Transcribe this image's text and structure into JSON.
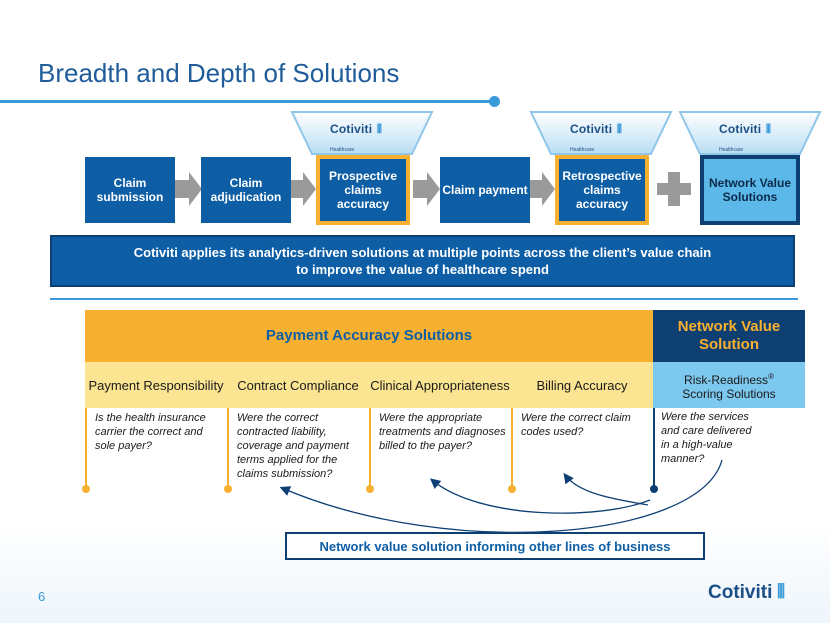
{
  "title": "Breadth and Depth of Solutions",
  "page_number": "6",
  "logo": {
    "brand": "Cotiviti",
    "sub": "Healthcare"
  },
  "flow": {
    "claim_submission": "Claim submission",
    "claim_adjudication": "Claim adjudication",
    "prospective": "Prospective claims accuracy",
    "claim_payment": "Claim payment",
    "retrospective": "Retrospective claims accuracy",
    "plus": "+",
    "network_value": "Network Value Solutions"
  },
  "banner": {
    "line1": "Cotiviti applies its analytics-driven solutions at multiple points across the client’s value chain",
    "line2": "to improve the value of healthcare spend"
  },
  "payment_accuracy": {
    "header": "Payment Accuracy Solutions",
    "columns": [
      {
        "label": "Payment Responsibility",
        "question": "Is the health insurance carrier the correct and sole payer?"
      },
      {
        "label": "Contract Compliance",
        "question": "Were the correct contracted liability, coverage and payment terms applied for the claims submission?"
      },
      {
        "label": "Clinical Appropriateness",
        "question": "Were the appropriate treatments and diagnoses billed to the payer?"
      },
      {
        "label": "Billing Accuracy",
        "question": "Were the correct claim codes used?"
      }
    ]
  },
  "network_value_col": {
    "header": "Network Value Solution",
    "label": "Risk-Readiness",
    "label_sup": "®",
    "label2": "Scoring Solutions",
    "question": "Were the services and care delivered in a high-value manner?"
  },
  "bottom_label": "Network value solution informing other lines of business",
  "colors": {
    "dark_blue": "#0d3f73",
    "blue": "#0e5ea6",
    "light_blue": "#5bb8e8",
    "orange": "#f7b030",
    "light_yellow": "#fbe592"
  }
}
